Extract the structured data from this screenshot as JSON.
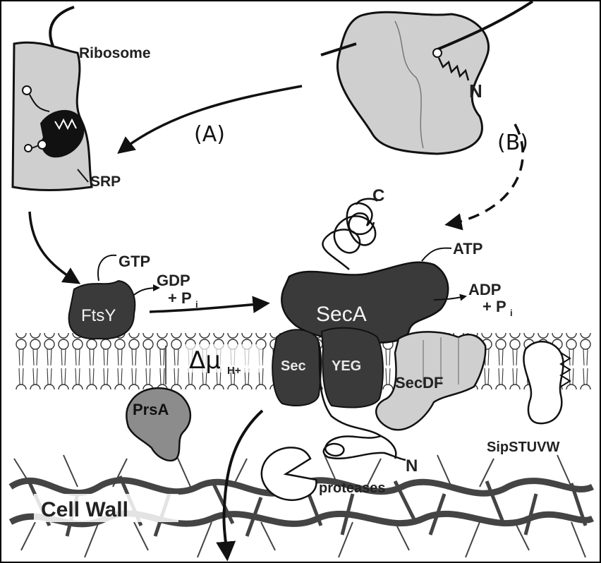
{
  "labels": {
    "ribosome": "Ribosome",
    "srp": "SRP",
    "path_a": "(A)",
    "path_b": "(B)",
    "n_top": "N",
    "c_term": "C",
    "gtp": "GTP",
    "gdp": "GDP",
    "pi_plus_left": "+ P",
    "pi_sub": "i",
    "ftsy": "FtsY",
    "atp": "ATP",
    "adp": "ADP",
    "pi_plus_right": "+ P",
    "seca": "SecA",
    "sec": "Sec",
    "yeg": "YEG",
    "delta_mu": "Δμ",
    "delta_sub": "H+",
    "secdf": "SecDF",
    "prsa": "PrsA",
    "n_bottom": "N",
    "sipstuvw": "SipSTUVW",
    "proteases": "proteases",
    "cell_wall": "Cell Wall"
  },
  "colors": {
    "dark_protein": "#3a3a3a",
    "light_protein": "#cfcfcf",
    "mid_protein": "#8c8c8c",
    "line": "#111111"
  }
}
